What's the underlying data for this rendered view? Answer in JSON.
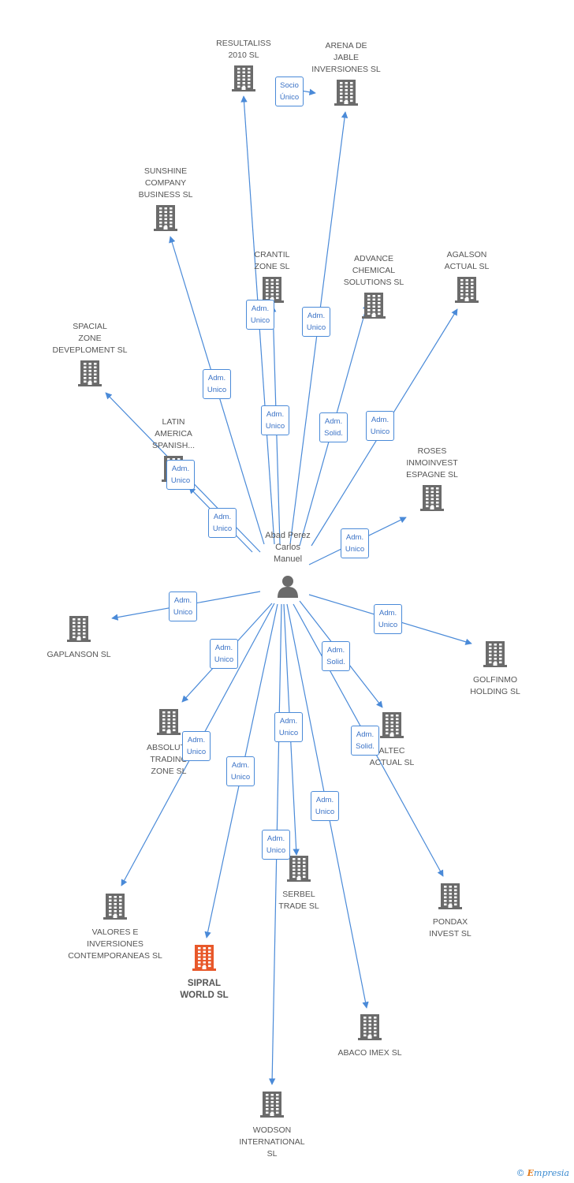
{
  "colors": {
    "edge": "#4a8ad8",
    "building": "#6b6b6b",
    "highlight": "#e8582a",
    "label": "#555555"
  },
  "person": {
    "name": "Abad Perez\nCarlos\nManuel",
    "icon": "person-icon"
  },
  "companies": [
    {
      "id": "resultaliss",
      "label": "RESULTALISS\n2010 SL"
    },
    {
      "id": "arena",
      "label": "ARENA DE\nJABLE\nINVERSIONES SL"
    },
    {
      "id": "sunshine",
      "label": "SUNSHINE\nCOMPANY\nBUSINESS SL"
    },
    {
      "id": "crantil",
      "label": "CRANTIL\nZONE SL"
    },
    {
      "id": "advance",
      "label": "ADVANCE\nCHEMICAL\nSOLUTIONS  SL"
    },
    {
      "id": "agalson",
      "label": "AGALSON\nACTUAL SL"
    },
    {
      "id": "spacial",
      "label": "SPACIAL\nZONE\nDEVEPLOMENT SL"
    },
    {
      "id": "latin",
      "label": "LATIN\nAMERICA\nSPANISH..."
    },
    {
      "id": "roses",
      "label": "ROSES\nINMOINVEST\nESPAGNE  SL"
    },
    {
      "id": "gaplanson",
      "label": "GAPLANSON SL"
    },
    {
      "id": "golfinmo",
      "label": "GOLFINMO\nHOLDING SL"
    },
    {
      "id": "absolute",
      "label": "ABSOLUTE\nTRADING\nZONE SL"
    },
    {
      "id": "altec",
      "label": "ALTEC\nACTUAL SL"
    },
    {
      "id": "serbel",
      "label": "SERBEL\nTRADE SL"
    },
    {
      "id": "valores",
      "label": "VALORES E\nINVERSIONES\nCONTEMPORANEAS SL"
    },
    {
      "id": "sipral",
      "label": "SIPRAL\nWORLD SL",
      "highlight": true
    },
    {
      "id": "pondax",
      "label": "PONDAX\nINVEST SL"
    },
    {
      "id": "abaco",
      "label": "ABACO IMEX SL"
    },
    {
      "id": "wodson",
      "label": "WODSON\nINTERNATIONAL\nSL"
    }
  ],
  "relations": [
    {
      "id": "r-socio",
      "label": "Socio\nÚnico"
    },
    {
      "id": "r-crantil",
      "label": "Adm.\nUnico"
    },
    {
      "id": "r-arena",
      "label": "Adm.\nUnico"
    },
    {
      "id": "r-sunshine",
      "label": "Adm.\nUnico"
    },
    {
      "id": "r-resultaliss",
      "label": "Adm.\nUnico"
    },
    {
      "id": "r-advance",
      "label": "Adm.\nSolid."
    },
    {
      "id": "r-agalson",
      "label": "Adm.\nUnico"
    },
    {
      "id": "r-spacial",
      "label": "Adm.\nUnico"
    },
    {
      "id": "r-latin",
      "label": "Adm.\nUnico"
    },
    {
      "id": "r-roses",
      "label": "Adm.\nUnico"
    },
    {
      "id": "r-gaplanson",
      "label": "Adm.\nUnico"
    },
    {
      "id": "r-golfinmo",
      "label": "Adm.\nUnico"
    },
    {
      "id": "r-absolute",
      "label": "Adm.\nUnico"
    },
    {
      "id": "r-altec",
      "label": "Adm.\nSolid."
    },
    {
      "id": "r-valores",
      "label": "Adm.\nUnico"
    },
    {
      "id": "r-serbel",
      "label": "Adm.\nUnico"
    },
    {
      "id": "r-altec2",
      "label": "Adm.\nSolid."
    },
    {
      "id": "r-sipral",
      "label": "Adm.\nUnico"
    },
    {
      "id": "r-abaco",
      "label": "Adm.\nUnico"
    },
    {
      "id": "r-wodson",
      "label": "Adm.\nUnico"
    }
  ],
  "footer": {
    "copyright": "©",
    "brand_e": "E",
    "brand_rest": "mpresia"
  }
}
